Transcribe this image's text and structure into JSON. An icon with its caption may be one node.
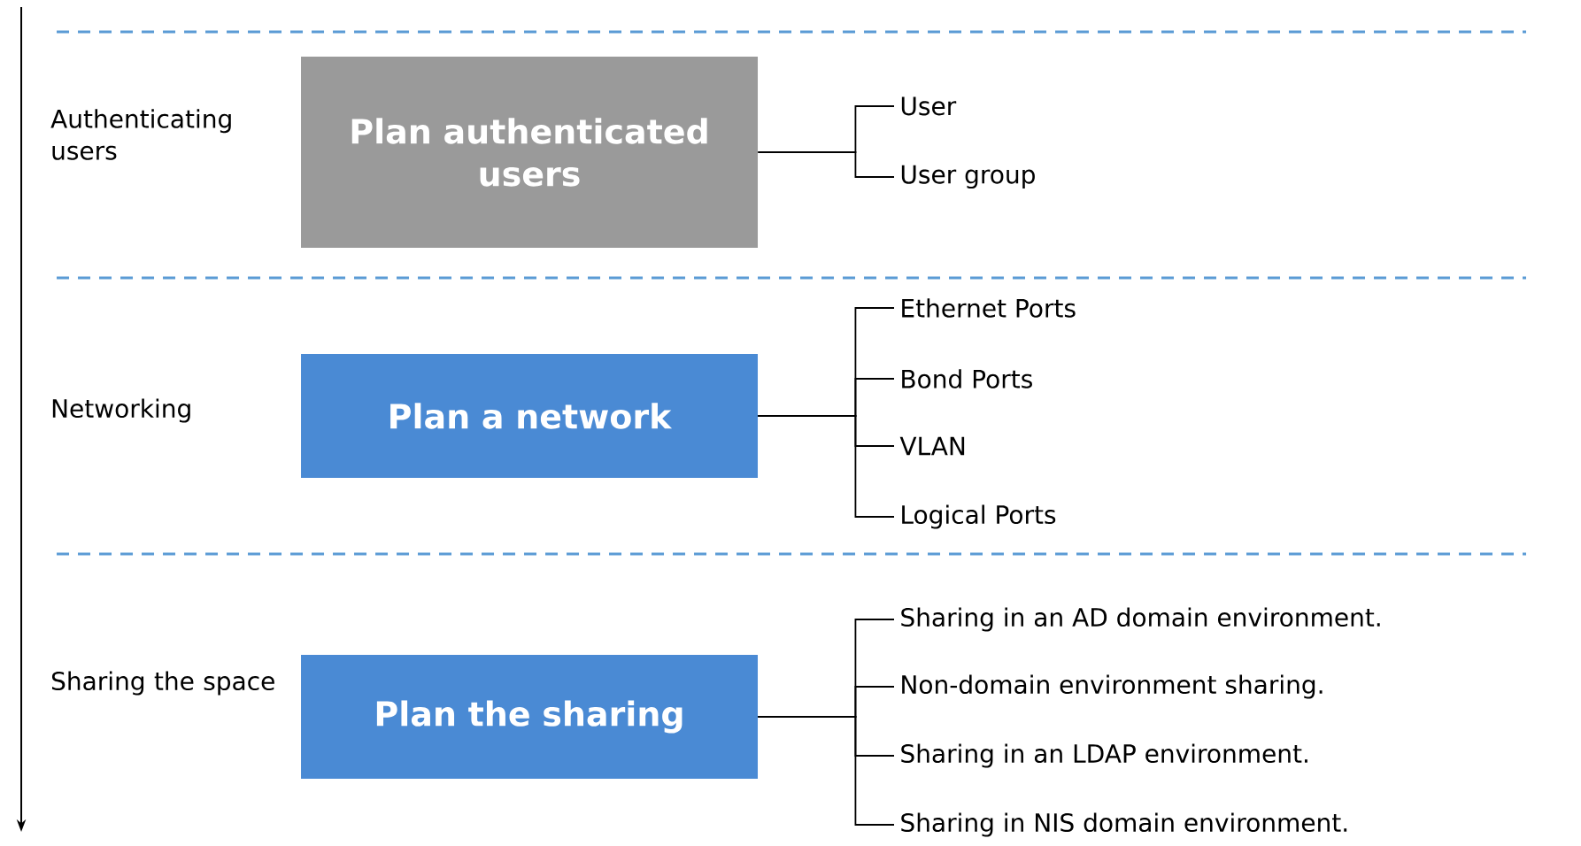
{
  "diagram": {
    "nodes": [
      {
        "text": [
          "Plan authenticated users"
        ]
      },
      {
        "text": [
          "User"
        ]
      },
      {
        "text": [
          "User group"
        ]
      },
      {
        "text": [
          "Plan a network"
        ]
      },
      {
        "text": [
          "Ethernet Ports"
        ]
      },
      {
        "text": [
          "Bond Ports"
        ]
      },
      {
        "text": [
          "VLAN"
        ]
      },
      {
        "text": [
          "Logical Ports"
        ]
      },
      {
        "text": [
          "Plan the sharing"
        ]
      },
      {
        "text": [
          "Sharing in an AD domain environment."
        ]
      },
      {
        "text": [
          "Non-domain environment sharing."
        ]
      },
      {
        "text": [
          "Sharing in an LDAP environment."
        ]
      },
      {
        "text": [
          "Sharing in NIS domain environment."
        ]
      }
    ],
    "edges": [
      {
        "from": 0,
        "to": 1,
        "arrow": "none"
      },
      {
        "from": 0,
        "to": 2,
        "arrow": "none"
      },
      {
        "from": 3,
        "to": 4,
        "arrow": "none"
      },
      {
        "from": 3,
        "to": 5,
        "arrow": "none"
      },
      {
        "from": 3,
        "to": 6,
        "arrow": "none"
      },
      {
        "from": 3,
        "to": 7,
        "arrow": "none"
      },
      {
        "from": 8,
        "to": 9,
        "arrow": "none"
      },
      {
        "from": 8,
        "to": 10,
        "arrow": "none"
      },
      {
        "from": 8,
        "to": 11,
        "arrow": "none"
      },
      {
        "from": 8,
        "to": 12,
        "arrow": "none"
      }
    ],
    "labels": [
      "Authenticating users",
      "Networking",
      "Sharing the space"
    ]
  }
}
